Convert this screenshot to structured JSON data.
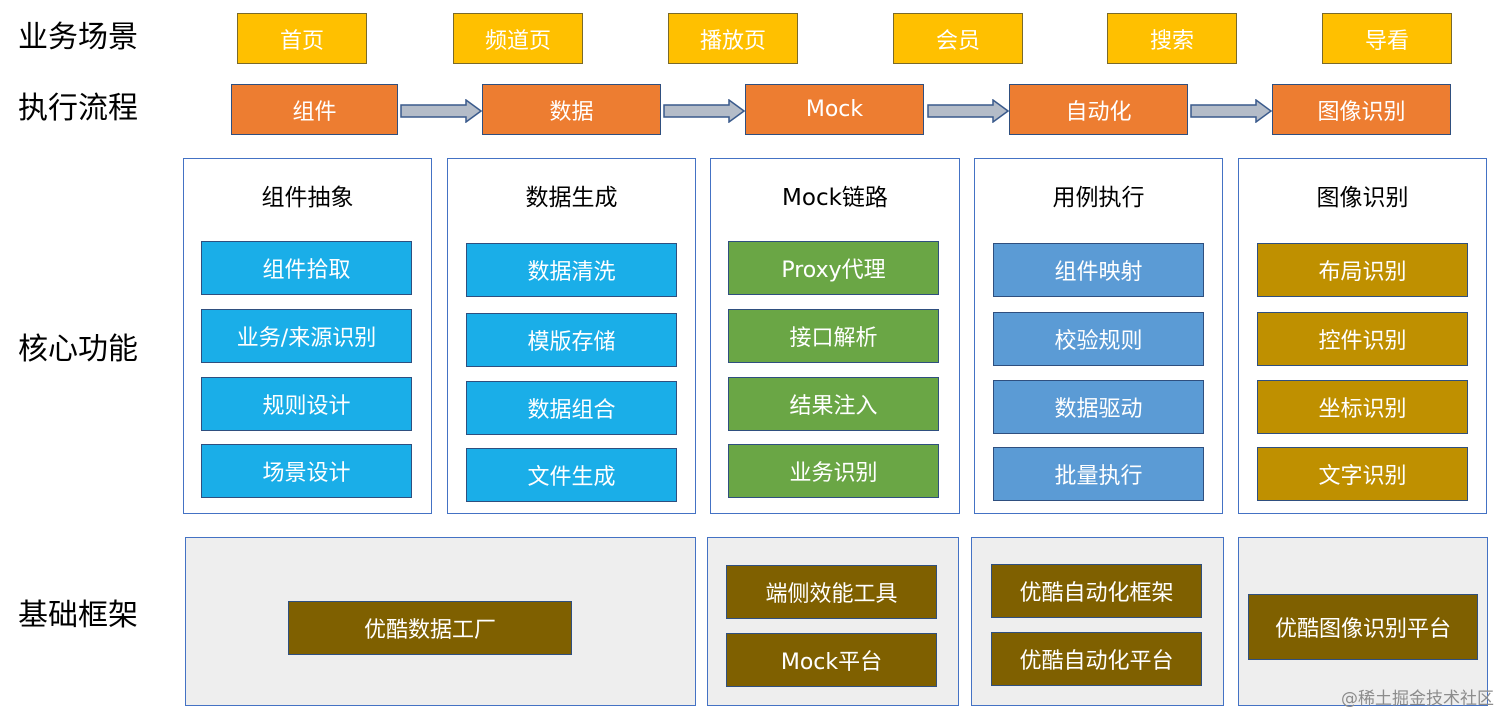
{
  "rows": {
    "scenes": "业务场景",
    "flow": "执行流程",
    "core": "核心功能",
    "base": "基础框架"
  },
  "scenes": [
    "首页",
    "频道页",
    "播放页",
    "会员",
    "搜索",
    "导看"
  ],
  "flow": [
    "组件",
    "数据",
    "Mock",
    "自动化",
    "图像识别"
  ],
  "modules": [
    {
      "title": "组件抽象",
      "items": [
        "组件拾取",
        "业务/来源识别",
        "规则设计",
        "场景设计"
      ]
    },
    {
      "title": "数据生成",
      "items": [
        "数据清洗",
        "模版存储",
        "数据组合",
        "文件生成"
      ]
    },
    {
      "title": "Mock链路",
      "items": [
        "Proxy代理",
        "接口解析",
        "结果注入",
        "业务识别"
      ]
    },
    {
      "title": "用例执行",
      "items": [
        "组件映射",
        "校验规则",
        "数据驱动",
        "批量执行"
      ]
    },
    {
      "title": "图像识别",
      "items": [
        "布局识别",
        "控件识别",
        "坐标识别",
        "文字识别"
      ]
    }
  ],
  "foundation": [
    {
      "items": [
        "优酷数据工厂"
      ]
    },
    {
      "items": [
        "端侧效能工具",
        "Mock平台"
      ]
    },
    {
      "items": [
        "优酷自动化框架",
        "优酷自动化平台"
      ]
    },
    {
      "items": [
        "优酷图像识别平台"
      ]
    }
  ],
  "watermark": "@稀土掘金技术社区",
  "colors": {
    "scene": "#ffc000",
    "flow": "#ed7d31",
    "arrow": "#b4bcc8",
    "module_components": "#1aaee8",
    "module_data": "#1aaee8",
    "module_mock": "#6aa645",
    "module_cases": "#5b9bd5",
    "module_image": "#bf9000",
    "foundation": "#7f6000",
    "panel_border": "#4472c4"
  }
}
